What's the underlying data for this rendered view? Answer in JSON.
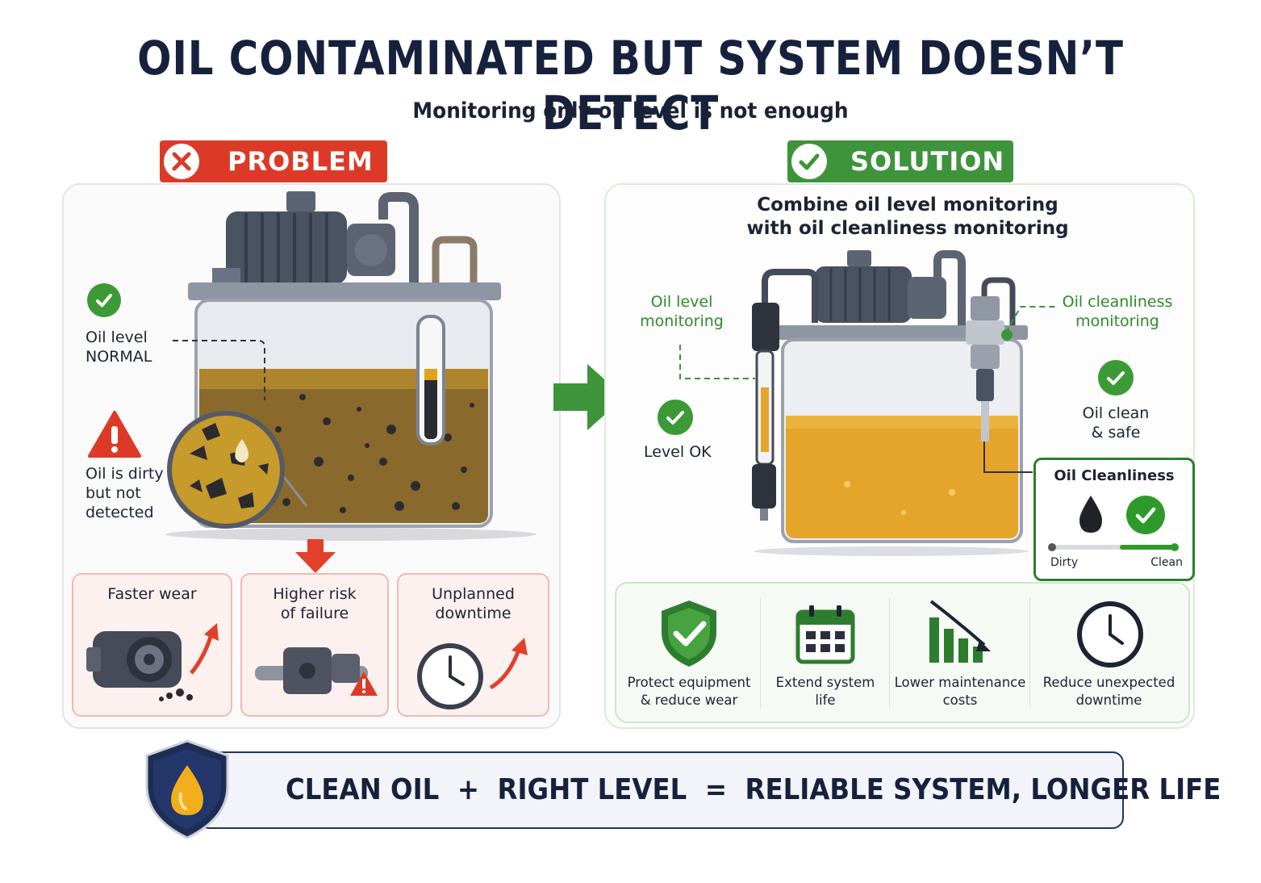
{
  "title": "OIL CONTAMINATED BUT SYSTEM DOESN’T DETECT",
  "subtitle": "Monitoring only oil level is not enough",
  "colors": {
    "problem_red": "#dc3a26",
    "solution_green": "#3d943a",
    "navy": "#16213d",
    "oil_amber": "#e0a21e"
  },
  "problem": {
    "badge": "PROBLEM",
    "icon": "x-icon",
    "oil_level_line1": "Oil level",
    "oil_level_line2": "NORMAL",
    "dirty_line1": "Oil is dirty",
    "dirty_line2": "but not",
    "dirty_line3": "detected",
    "effects": [
      {
        "line1": "Faster wear",
        "line2": ""
      },
      {
        "line1": "Higher risk",
        "line2": "of failure"
      },
      {
        "line1": "Unplanned",
        "line2": "downtime"
      }
    ]
  },
  "solution": {
    "badge": "SOLUTION",
    "icon": "check-icon",
    "headline_line1": "Combine oil level monitoring",
    "headline_line2": "with oil cleanliness monitoring",
    "level_mon_line1": "Oil level",
    "level_mon_line2": "monitoring",
    "level_ok": "Level OK",
    "clean_mon_line1": "Oil cleanliness",
    "clean_mon_line2": "monitoring",
    "clean_safe_line1": "Oil clean",
    "clean_safe_line2": "& safe",
    "gauge": {
      "title": "Oil Cleanliness",
      "left": "Dirty",
      "right": "Clean",
      "level": 0.45
    },
    "benefits": [
      {
        "line1": "Protect equipment",
        "line2": "& reduce wear",
        "icon": "shield-check-icon"
      },
      {
        "line1": "Extend system",
        "line2": "life",
        "icon": "calendar-icon"
      },
      {
        "line1": "Lower maintenance",
        "line2": "costs",
        "icon": "declining-bars-icon"
      },
      {
        "line1": "Reduce unexpected",
        "line2": "downtime",
        "icon": "clock-icon"
      }
    ]
  },
  "footer": {
    "equation": "CLEAN OIL  +  RIGHT LEVEL  =  RELIABLE SYSTEM, LONGER LIFE",
    "icon": "oil-drop-shield-icon"
  }
}
